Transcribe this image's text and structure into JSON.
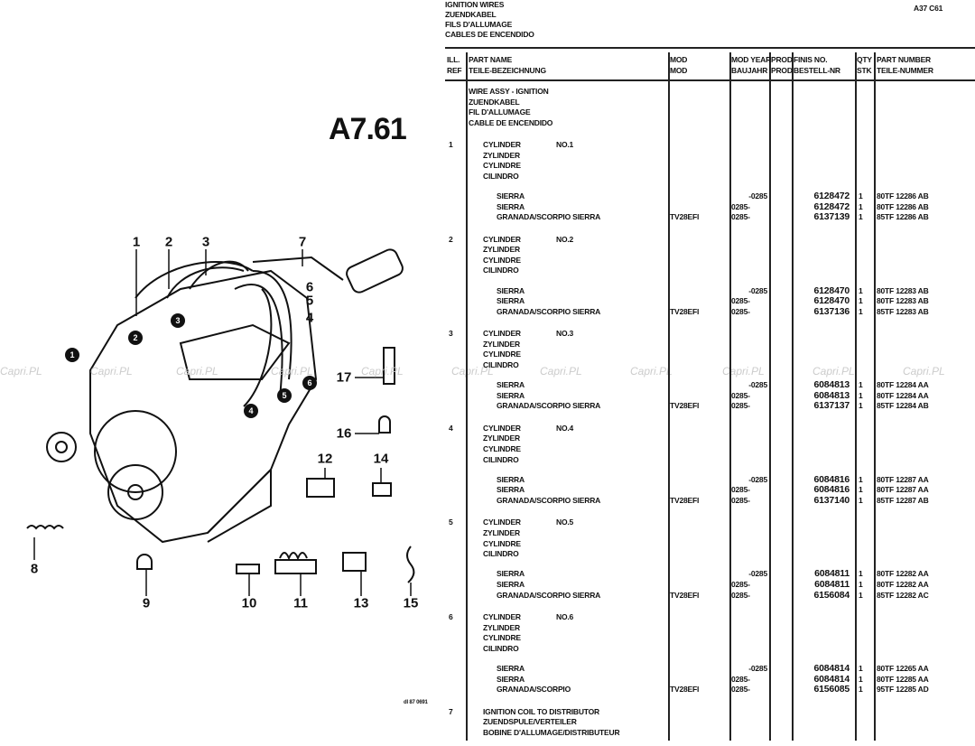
{
  "header": {
    "title_lines": [
      "IGNITION WIRES",
      "ZUENDKABEL",
      "FILS D'ALLUMAGE",
      "CABLES DE ENCENDIDO"
    ],
    "page_code": "A37 C61"
  },
  "figure": {
    "code": "A7.61",
    "callouts": [
      "1",
      "2",
      "3",
      "4",
      "5",
      "6",
      "7",
      "8",
      "9",
      "10",
      "11",
      "12",
      "13",
      "14",
      "15",
      "16",
      "17"
    ],
    "circled": [
      "1",
      "2",
      "3",
      "4",
      "5",
      "6"
    ],
    "watermark": "Capri.PL",
    "corner_mark": "dl 87 0691"
  },
  "columns": {
    "ill_ref": [
      "ILL.",
      "REF"
    ],
    "part_name": [
      "PART NAME",
      "TEILE-BEZEICHNUNG"
    ],
    "mod": [
      "MOD",
      "MOD"
    ],
    "mod_year": [
      "MOD YEAR",
      "BAUJAHR"
    ],
    "prod": [
      "PROD",
      "PROD"
    ],
    "finis": [
      "FINIS NO.",
      "BESTELL-NR"
    ],
    "qty": [
      "QTY",
      "STK"
    ],
    "part_number": [
      "PART NUMBER",
      "TEILE-NUMMER"
    ]
  },
  "assembly": [
    "WIRE ASSY - IGNITION",
    "ZUENDKABEL",
    "FIL D'ALLUMAGE",
    "CABLE DE ENCENDIDO"
  ],
  "groups": [
    {
      "ref": "1",
      "names": [
        "CYLINDER",
        "ZYLINDER",
        "CYLINDRE",
        "CILINDRO"
      ],
      "no": "NO.1",
      "rows": [
        {
          "name": "SIERRA",
          "mod": "",
          "year": "-0285",
          "finis": "6128472",
          "qty": "1",
          "part": "80TF 12286 AB"
        },
        {
          "name": "SIERRA",
          "mod": "",
          "year": "0285-",
          "finis": "6128472",
          "qty": "1",
          "part": "80TF 12286 AB"
        },
        {
          "name": "GRANADA/SCORPIO SIERRA",
          "mod": "TV28EFI",
          "year": "0285-",
          "finis": "6137139",
          "qty": "1",
          "part": "85TF 12286 AB"
        }
      ]
    },
    {
      "ref": "2",
      "names": [
        "CYLINDER",
        "ZYLINDER",
        "CYLINDRE",
        "CILINDRO"
      ],
      "no": "NO.2",
      "rows": [
        {
          "name": "SIERRA",
          "mod": "",
          "year": "-0285",
          "finis": "6128470",
          "qty": "1",
          "part": "80TF 12283 AB"
        },
        {
          "name": "SIERRA",
          "mod": "",
          "year": "0285-",
          "finis": "6128470",
          "qty": "1",
          "part": "80TF 12283 AB"
        },
        {
          "name": "GRANADA/SCORPIO SIERRA",
          "mod": "TV28EFI",
          "year": "0285-",
          "finis": "6137136",
          "qty": "1",
          "part": "85TF 12283 AB"
        }
      ]
    },
    {
      "ref": "3",
      "names": [
        "CYLINDER",
        "ZYLINDER",
        "CYLINDRE",
        "CILINDRO"
      ],
      "no": "NO.3",
      "rows": [
        {
          "name": "SIERRA",
          "mod": "",
          "year": "-0285",
          "finis": "6084813",
          "qty": "1",
          "part": "80TF 12284 AA"
        },
        {
          "name": "SIERRA",
          "mod": "",
          "year": "0285-",
          "finis": "6084813",
          "qty": "1",
          "part": "80TF 12284 AA"
        },
        {
          "name": "GRANADA/SCORPIO SIERRA",
          "mod": "TV28EFI",
          "year": "0285-",
          "finis": "6137137",
          "qty": "1",
          "part": "85TF 12284 AB"
        }
      ]
    },
    {
      "ref": "4",
      "names": [
        "CYLINDER",
        "ZYLINDER",
        "CYLINDRE",
        "CILINDRO"
      ],
      "no": "NO.4",
      "rows": [
        {
          "name": "SIERRA",
          "mod": "",
          "year": "-0285",
          "finis": "6084816",
          "qty": "1",
          "part": "80TF 12287 AA"
        },
        {
          "name": "SIERRA",
          "mod": "",
          "year": "0285-",
          "finis": "6084816",
          "qty": "1",
          "part": "80TF 12287 AA"
        },
        {
          "name": "GRANADA/SCORPIO SIERRA",
          "mod": "TV28EFI",
          "year": "0285-",
          "finis": "6137140",
          "qty": "1",
          "part": "85TF 12287 AB"
        }
      ]
    },
    {
      "ref": "5",
      "names": [
        "CYLINDER",
        "ZYLINDER",
        "CYLINDRE",
        "CILINDRO"
      ],
      "no": "NO.5",
      "rows": [
        {
          "name": "SIERRA",
          "mod": "",
          "year": "-0285",
          "finis": "6084811",
          "qty": "1",
          "part": "80TF 12282 AA"
        },
        {
          "name": "SIERRA",
          "mod": "",
          "year": "0285-",
          "finis": "6084811",
          "qty": "1",
          "part": "80TF 12282 AA"
        },
        {
          "name": "GRANADA/SCORPIO SIERRA",
          "mod": "TV28EFI",
          "year": "0285-",
          "finis": "6156084",
          "qty": "1",
          "part": "85TF 12282 AC"
        }
      ]
    },
    {
      "ref": "6",
      "names": [
        "CYLINDER",
        "ZYLINDER",
        "CYLINDRE",
        "CILINDRO"
      ],
      "no": "NO.6",
      "rows": [
        {
          "name": "SIERRA",
          "mod": "",
          "year": "-0285",
          "finis": "6084814",
          "qty": "1",
          "part": "80TF 12265 AA"
        },
        {
          "name": "SIERRA",
          "mod": "",
          "year": "0285-",
          "finis": "6084814",
          "qty": "1",
          "part": "80TF 12285 AA"
        },
        {
          "name": "GRANADA/SCORPIO",
          "mod": "TV28EFI",
          "year": "0285-",
          "finis": "6156085",
          "qty": "1",
          "part": "95TF 12285 AD"
        }
      ]
    },
    {
      "ref": "7",
      "names": [
        "IGNITION COIL TO DISTRIBUTOR",
        "ZUENDSPULE/VERTEILER",
        "BOBINE D'ALLUMAGE/DISTRIBUTEUR"
      ],
      "no": "",
      "rows": []
    }
  ]
}
